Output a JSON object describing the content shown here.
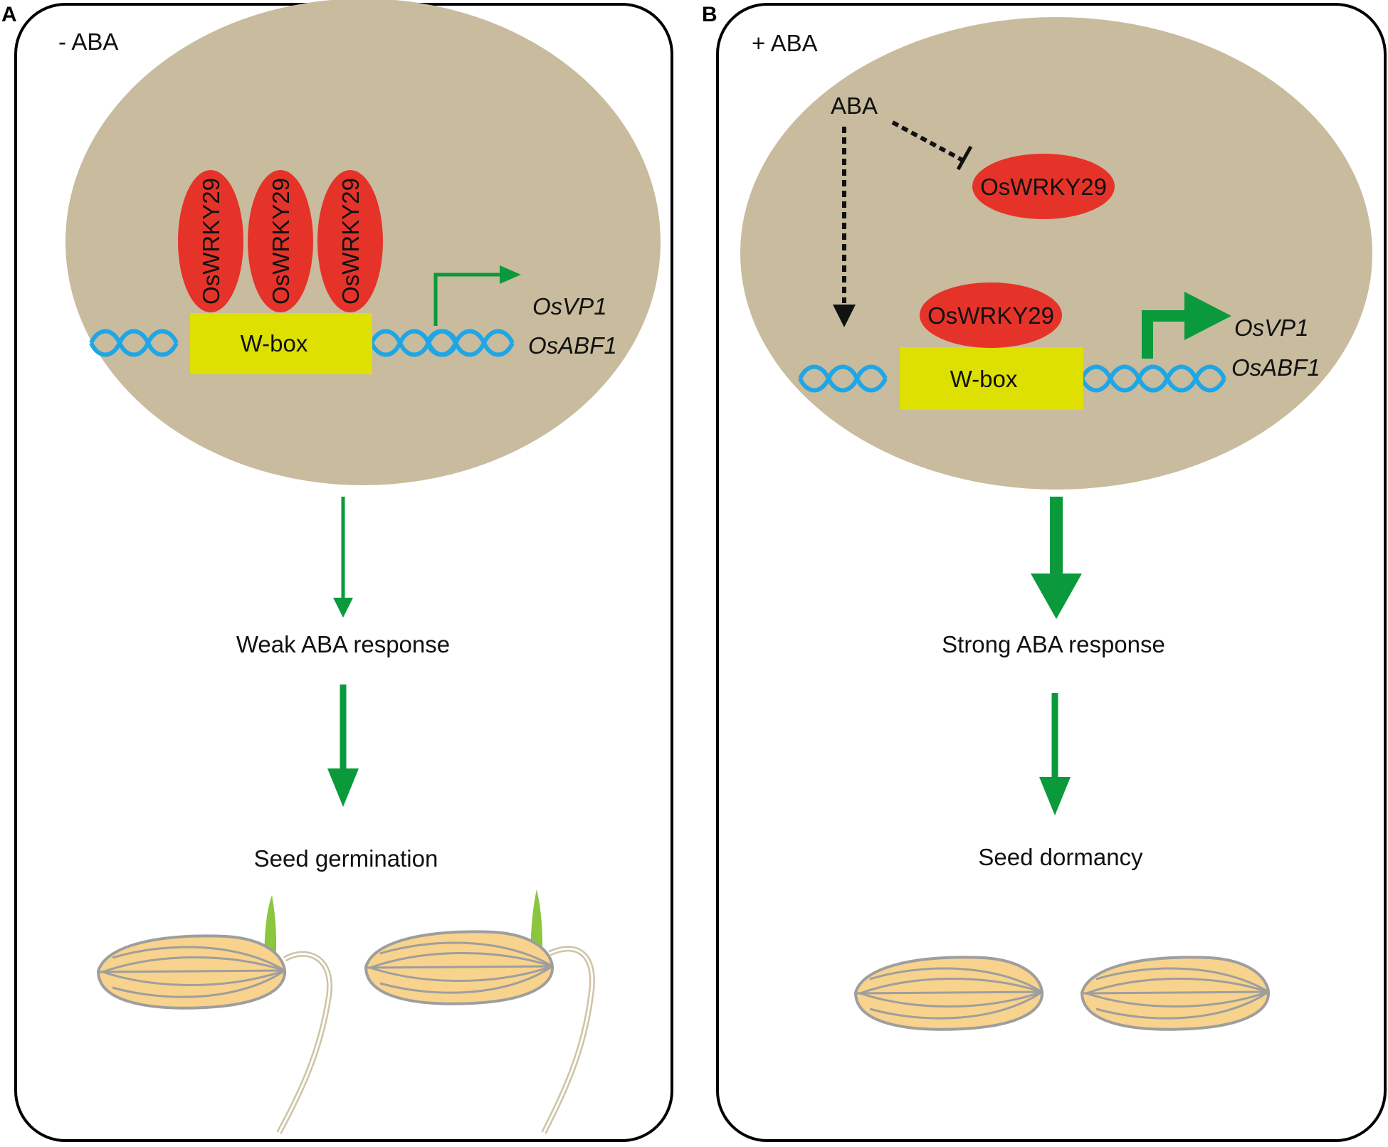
{
  "panels": [
    {
      "letter": "A",
      "condition": "- ABA",
      "protein": "OsWRKY29",
      "wbox": "W-box",
      "genes": [
        "OsVP1",
        "OsABF1"
      ],
      "response": "Weak ABA response",
      "outcome": "Seed germination"
    },
    {
      "letter": "B",
      "condition": "+ ABA",
      "aba_label": "ABA",
      "protein": "OsWRKY29",
      "wbox": "W-box",
      "genes": [
        "OsVP1",
        "OsABF1"
      ],
      "response": "Strong ABA response",
      "outcome": "Seed dormancy"
    }
  ],
  "colors": {
    "nucleus": "#c8bb9e",
    "protein": "#e5332a",
    "wbox": "#dde000",
    "dna": "#1ea6e6",
    "arrow": "#0a9a3c",
    "seed_fill": "#f8d38d",
    "seed_stroke": "#9e9e9e",
    "shoot": "#8cc63f",
    "root": "#cfc3a6"
  }
}
